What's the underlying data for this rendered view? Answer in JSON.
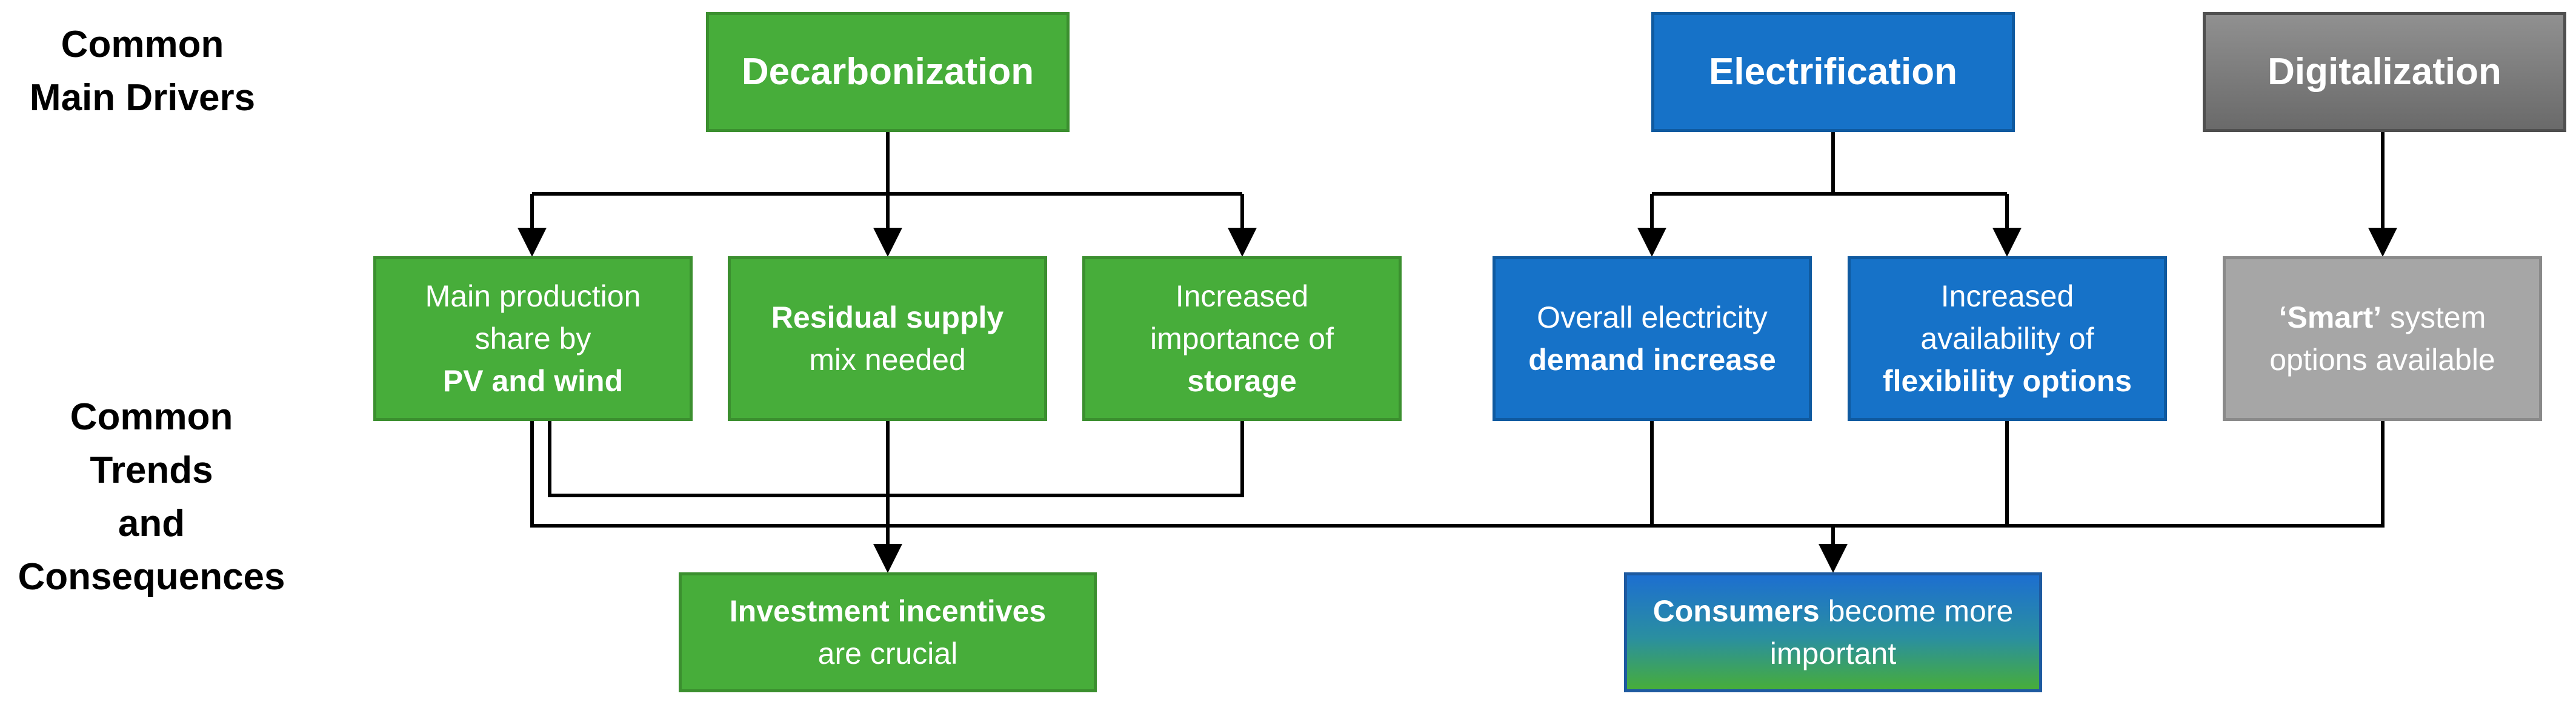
{
  "labels": {
    "drivers": [
      "Common",
      "Main Drivers"
    ],
    "trends": [
      "Common",
      "Trends",
      "and",
      "Consequences"
    ]
  },
  "drivers": {
    "decarbonization": "Decarbonization",
    "electrification": "Electrification",
    "digitalization": "Digitalization"
  },
  "trends": {
    "pv_wind": [
      "Main production",
      "share by",
      "PV and wind"
    ],
    "residual": [
      "Residual supply",
      "mix needed"
    ],
    "storage": [
      "Increased",
      "importance of",
      "storage"
    ],
    "demand": [
      "Overall electricity",
      "demand increase"
    ],
    "flexibility": [
      "Increased",
      "availability of",
      "flexibility options"
    ],
    "smart": {
      "bold": "‘Smart’",
      "rest": " system",
      "line2": "options available"
    }
  },
  "consequences": {
    "investment": [
      "Investment incentives",
      "are crucial"
    ],
    "consumers": {
      "bold": "Consumers",
      "rest": " become more",
      "line2": "important"
    }
  },
  "colors": {
    "green": "#47ad3a",
    "blue": "#1672c8",
    "gray_dark": "#7a7a7a",
    "gray_light": "#a6a6a6",
    "connector": "#000000"
  }
}
